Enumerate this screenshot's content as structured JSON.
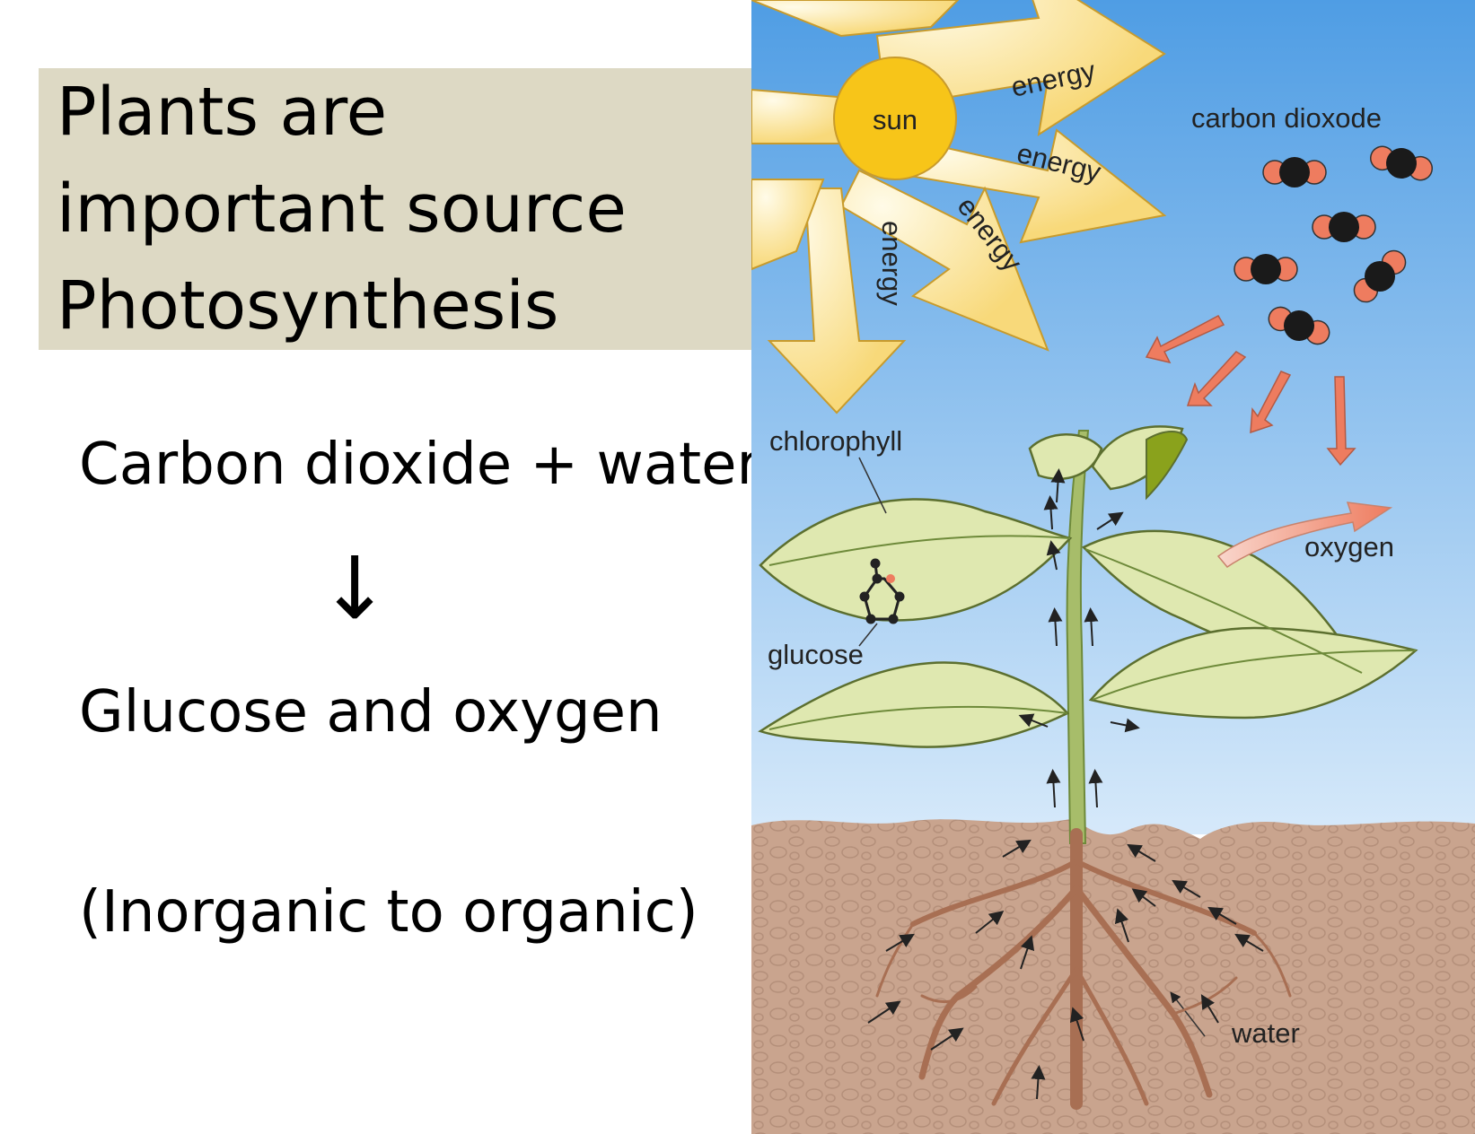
{
  "slide": {
    "title_lines": [
      "Plants are",
      "important source",
      "Photosynthesis"
    ],
    "equation": {
      "reactants": "Carbon dioxide + water",
      "arrow": "↓",
      "products": "Glucose and oxygen"
    },
    "note": "(Inorganic to organic)"
  },
  "diagram": {
    "labels": {
      "sun": "sun",
      "energy": "energy",
      "carbon_dioxide": "carbon dioxode",
      "chlorophyll": "chlorophyll",
      "oxygen": "oxygen",
      "glucose": "glucose",
      "water": "water"
    },
    "colors": {
      "sky_top": "#4f9de4",
      "sky_bottom": "#d6e9fa",
      "soil": "#c9a48e",
      "sun": "#f7c519",
      "sun_rays": "#fbe7a8",
      "leaf": "#dfe8b0",
      "stem": "#a7bd6a",
      "root": "#a86f53",
      "co2_red": "#ee7c5f",
      "co2_black": "#1a1a1a"
    }
  }
}
